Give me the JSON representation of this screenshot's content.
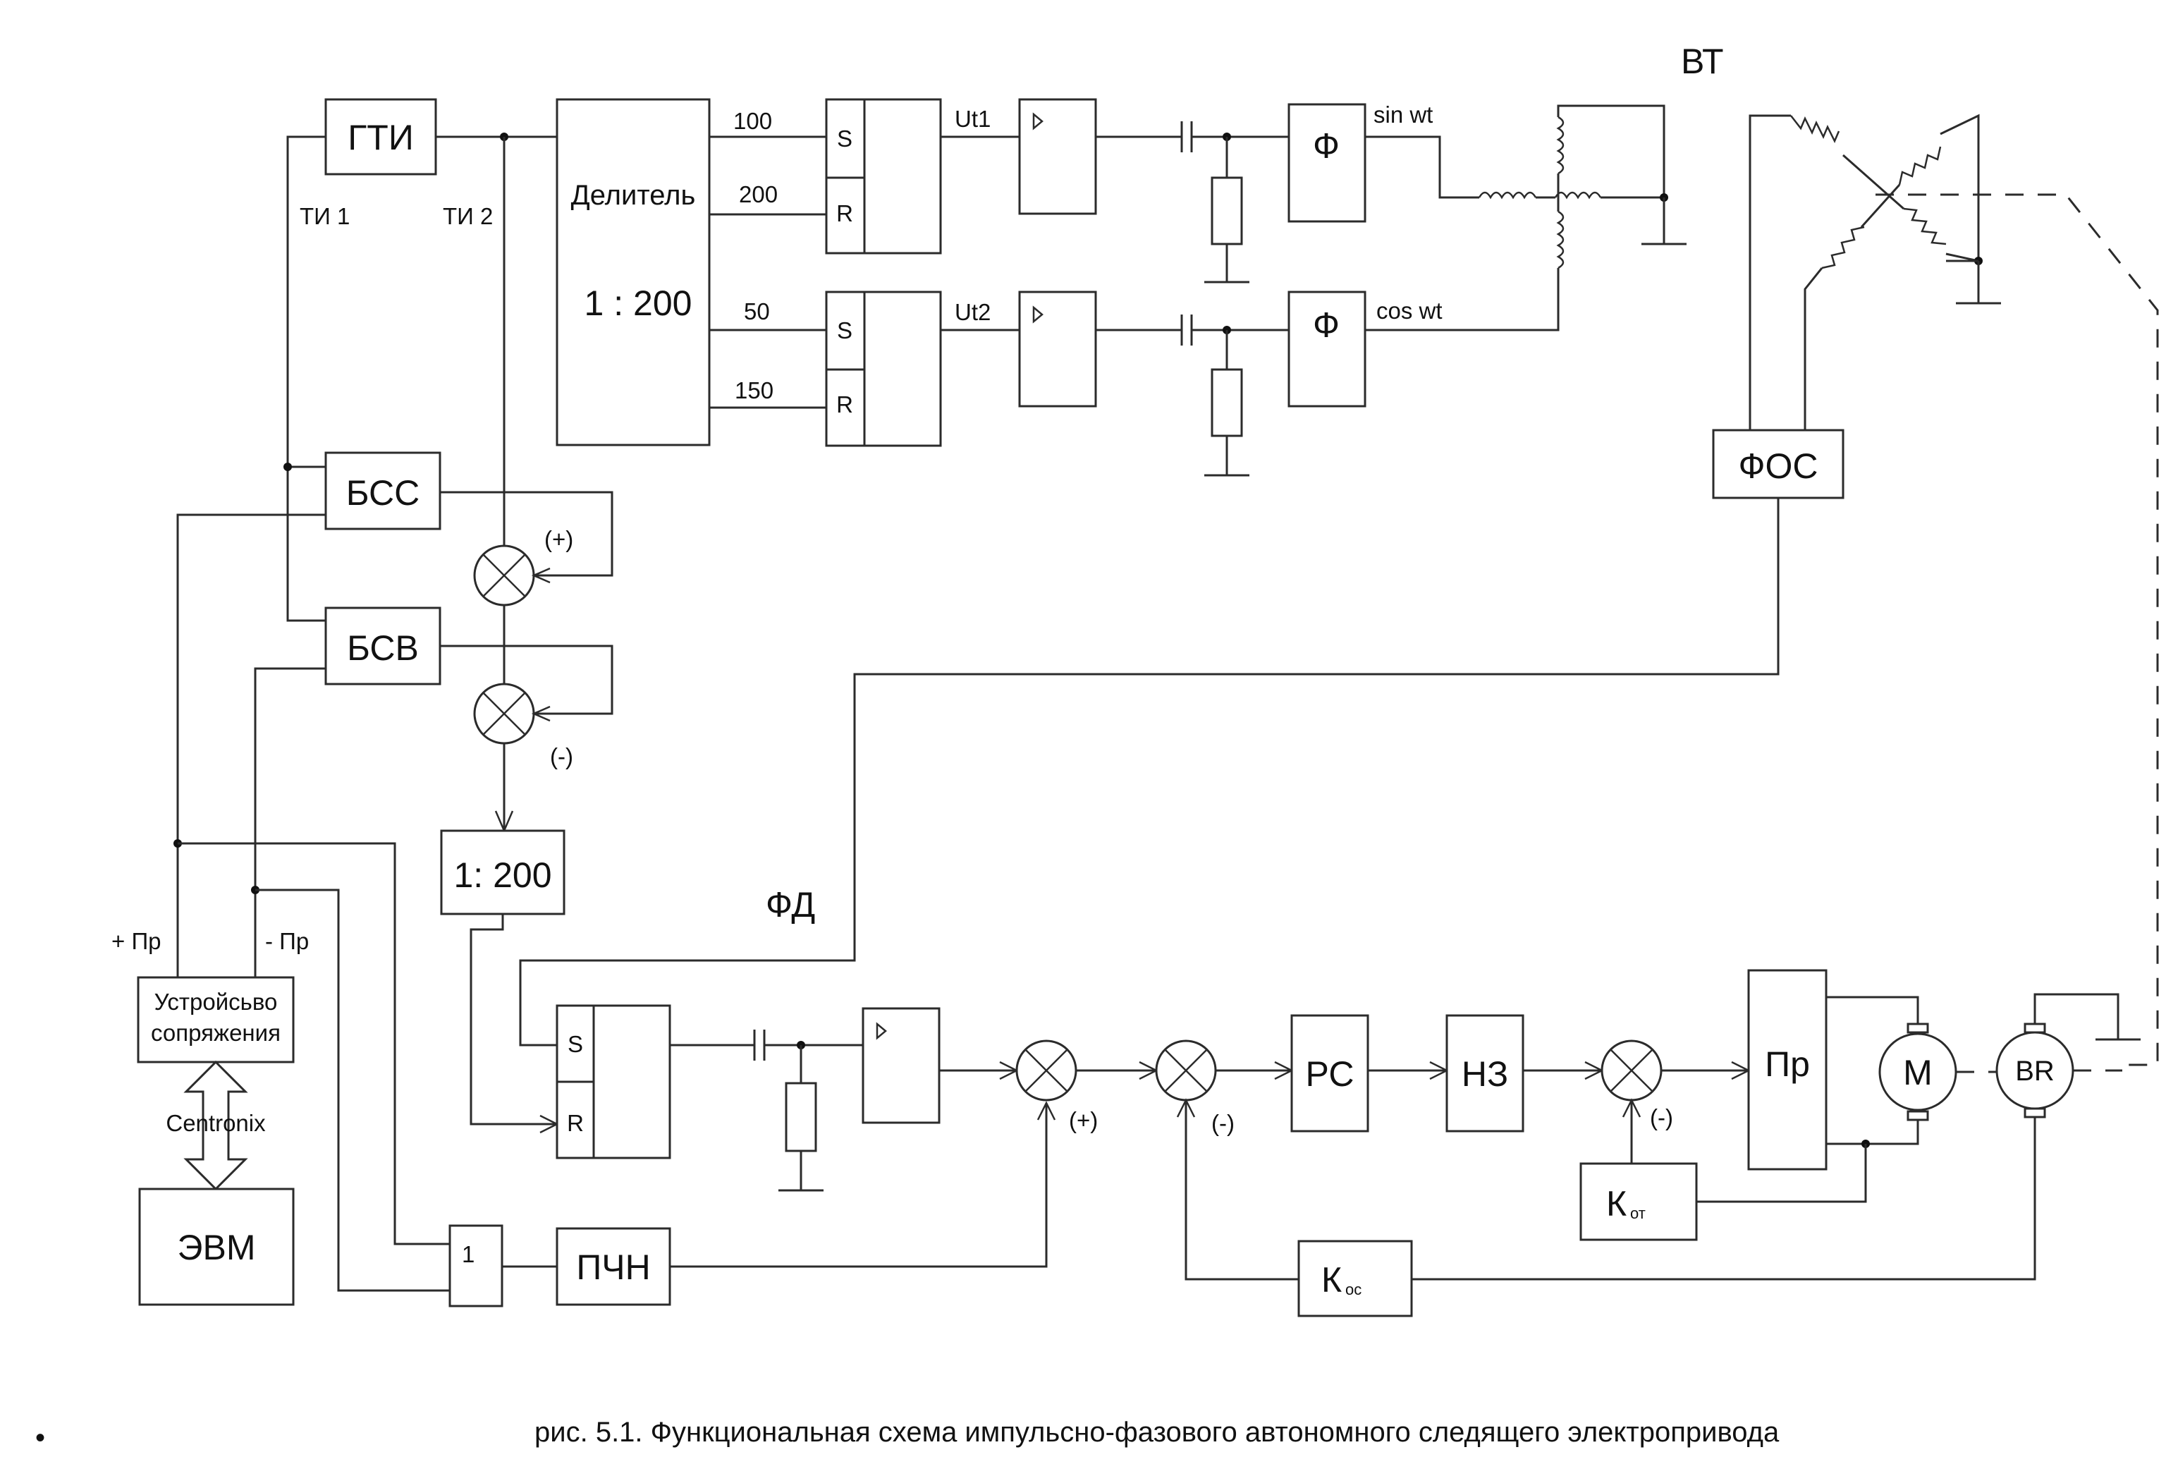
{
  "blocks": {
    "gti": "ГТИ",
    "divider_name": "Делитель",
    "divider_ratio": "1 : 200",
    "bss": "БСС",
    "bsv": "БСВ",
    "divider2": "1: 200",
    "interface_line1": "Устройсьво",
    "interface_line2": "сопряжения",
    "computer": "ЭВМ",
    "or_gate": "1",
    "pchn": "ПЧН",
    "filter": "Ф",
    "fos": "ФОС",
    "rs": "РС",
    "nz": "НЗ",
    "pr": "Пр",
    "motor": "М",
    "br": "BR",
    "k_main": "К",
    "k_ot_sub": "от",
    "k_os_sub": "ос"
  },
  "labels": {
    "ti1": "ТИ 1",
    "ti2": "ТИ 2",
    "n100": "100",
    "n200": "200",
    "n50": "50",
    "n150": "150",
    "s": "S",
    "r": "R",
    "ut1": "Ut1",
    "ut2": "Ut2",
    "sin": "sin wt",
    "cos": "cos wt",
    "bt": "ВТ",
    "fd": "ФД",
    "plus": "(+)",
    "minus": "(-)",
    "plus_pr": "+ Пр",
    "minus_pr": "- Пр",
    "centronix": "Centronix"
  },
  "caption": {
    "bullet": "•",
    "text": "рис. 5.1. Функциональная схема импульсно-фазового автономного следящего электропривода"
  }
}
